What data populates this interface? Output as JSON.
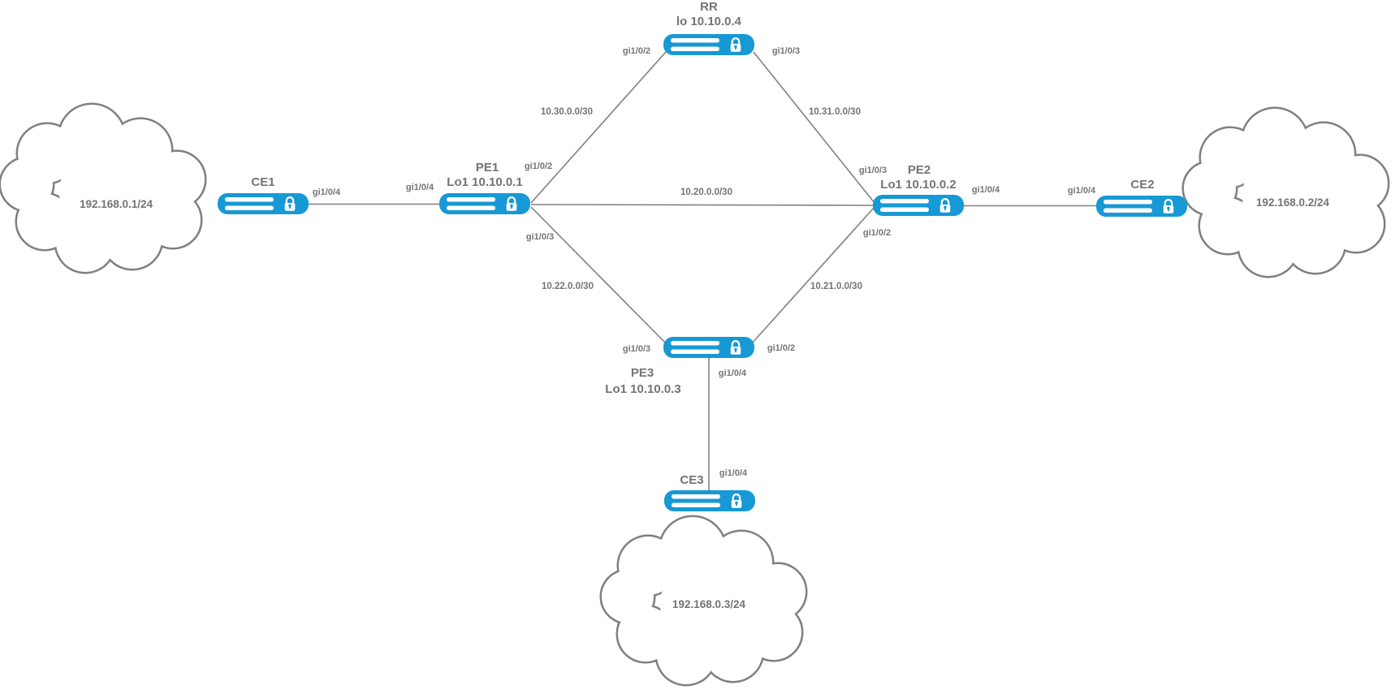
{
  "colors": {
    "router_fill": "#1699D4",
    "link_line": "#808080",
    "label_text": "#747474",
    "cloud_outline": "#808080"
  },
  "nodes": {
    "rr": {
      "name": "RR",
      "loopback": "lo 10.10.0.4"
    },
    "pe1": {
      "name": "PE1",
      "loopback": "Lo1 10.10.0.1"
    },
    "pe2": {
      "name": "PE2",
      "loopback": "Lo1 10.10.0.2"
    },
    "pe3": {
      "name": "PE3",
      "loopback": "Lo1 10.10.0.3"
    },
    "ce1": {
      "name": "CE1"
    },
    "ce2": {
      "name": "CE2"
    },
    "ce3": {
      "name": "CE3"
    }
  },
  "clouds": {
    "left": {
      "network": "192.168.0.1/24"
    },
    "right": {
      "network": "192.168.0.2/24"
    },
    "bottom": {
      "network": "192.168.0.3/24"
    }
  },
  "links": {
    "ce1_pe1": {
      "ce1_interface": "gi1/0/4",
      "pe1_interface": "gi1/0/4"
    },
    "pe1_rr": {
      "subnet": "10.30.0.0/30",
      "pe1_interface": "gi1/0/2",
      "rr_interface": "gi1/0/2"
    },
    "rr_pe2": {
      "subnet": "10.31.0.0/30",
      "rr_interface": "gi1/0/3",
      "pe2_interface": "gi1/0/3"
    },
    "pe1_pe2": {
      "subnet": "10.20.0.0/30"
    },
    "pe1_pe3": {
      "subnet": "10.22.0.0/30",
      "pe1_interface": "gi1/0/3",
      "pe3_interface": "gi1/0/3"
    },
    "pe3_pe2": {
      "subnet": "10.21.0.0/30",
      "pe3_interface": "gi1/0/2",
      "pe2_interface": "gi1/0/2"
    },
    "pe3_ce3": {
      "pe3_interface": "gi1/0/4",
      "ce3_interface": "gi1/0/4"
    },
    "pe2_ce2": {
      "pe2_interface": "gi1/0/4",
      "ce2_interface": "gi1/0/4"
    }
  }
}
